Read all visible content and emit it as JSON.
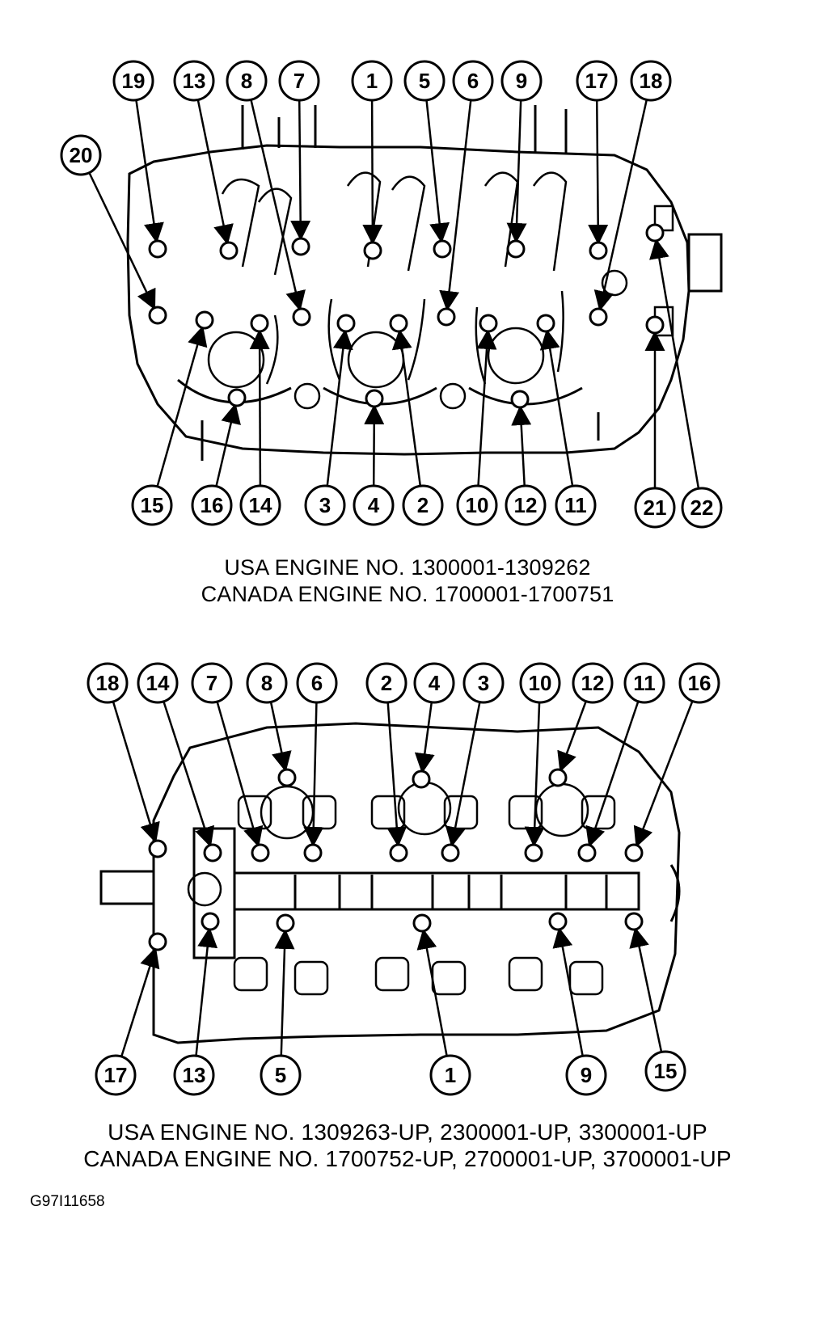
{
  "diagrams": [
    {
      "caption_lines": [
        "USA ENGINE NO. 1300001-1309262",
        "CANADA ENGINE NO. 1700001-1700751"
      ],
      "callouts": [
        "19",
        "13",
        "8",
        "7",
        "1",
        "5",
        "6",
        "9",
        "17",
        "18",
        "20",
        "15",
        "16",
        "14",
        "3",
        "4",
        "2",
        "10",
        "12",
        "11",
        "21",
        "22"
      ]
    },
    {
      "caption_lines": [
        "USA ENGINE NO. 1309263-UP, 2300001-UP, 3300001-UP",
        "CANADA ENGINE NO. 1700752-UP, 2700001-UP, 3700001-UP"
      ],
      "callouts": [
        "18",
        "14",
        "7",
        "8",
        "6",
        "2",
        "4",
        "3",
        "10",
        "12",
        "11",
        "16",
        "17",
        "13",
        "5",
        "1",
        "9",
        "15"
      ]
    }
  ],
  "figure_id": "G97I11658"
}
